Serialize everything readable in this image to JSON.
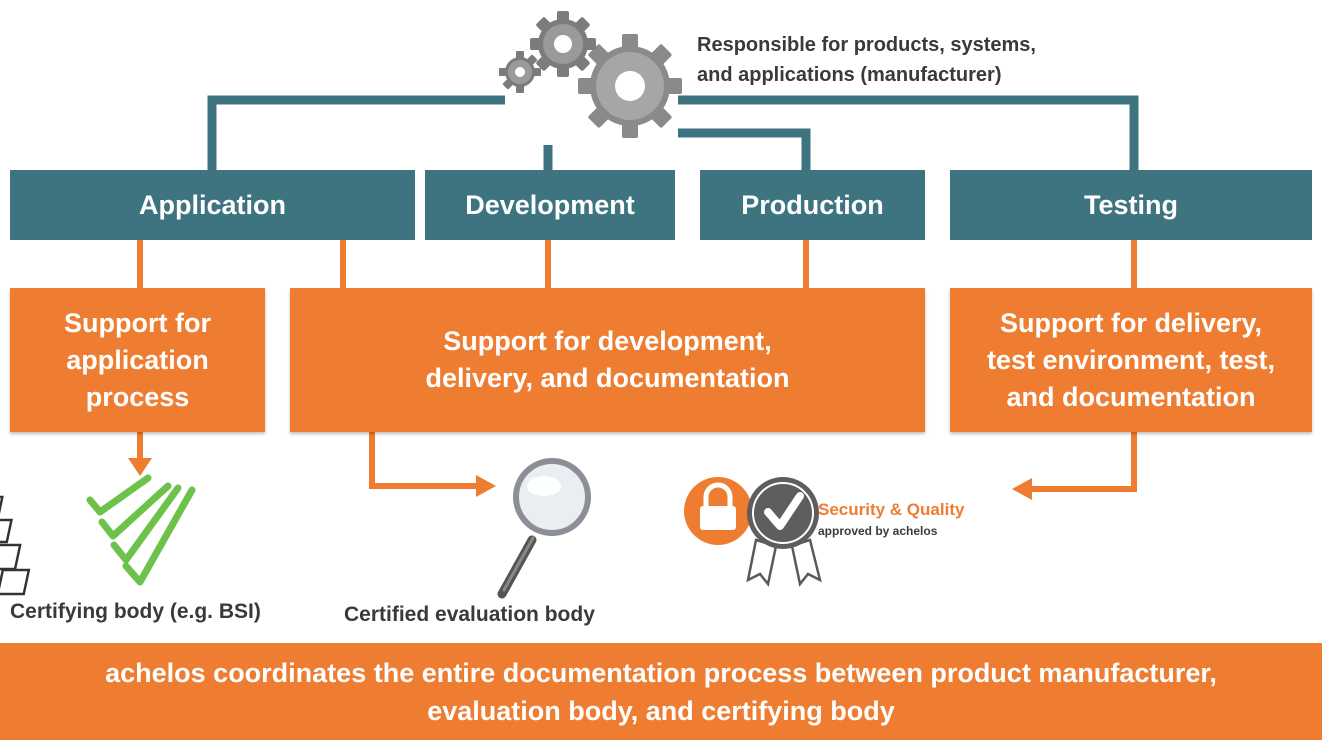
{
  "manufacturer_note": "Responsible for products, systems,\nand applications (manufacturer)",
  "phases": {
    "application": "Application",
    "development": "Development",
    "production": "Production",
    "testing": "Testing"
  },
  "support": {
    "application": "Support for\napplication\nprocess",
    "development": "Support for development,\ndelivery, and documentation",
    "testing": "Support for delivery,\ntest environment, test,\nand documentation"
  },
  "outcomes": {
    "certifying_body": "Certifying body (e.g. BSI)",
    "evaluation_body": "Certified evaluation body",
    "badge_title": "Security & Quality",
    "badge_subtitle": "approved by achelos"
  },
  "footer": "achelos coordinates the entire documentation process between product manufacturer,\nevaluation body, and certifying body",
  "colors": {
    "teal": "#3d7480",
    "orange": "#ef7d31",
    "dark_gray": "#3a3a3a"
  },
  "icons": [
    "gears-icon",
    "checklist-icon",
    "magnifier-icon",
    "padlock-icon",
    "check-seal-icon"
  ]
}
